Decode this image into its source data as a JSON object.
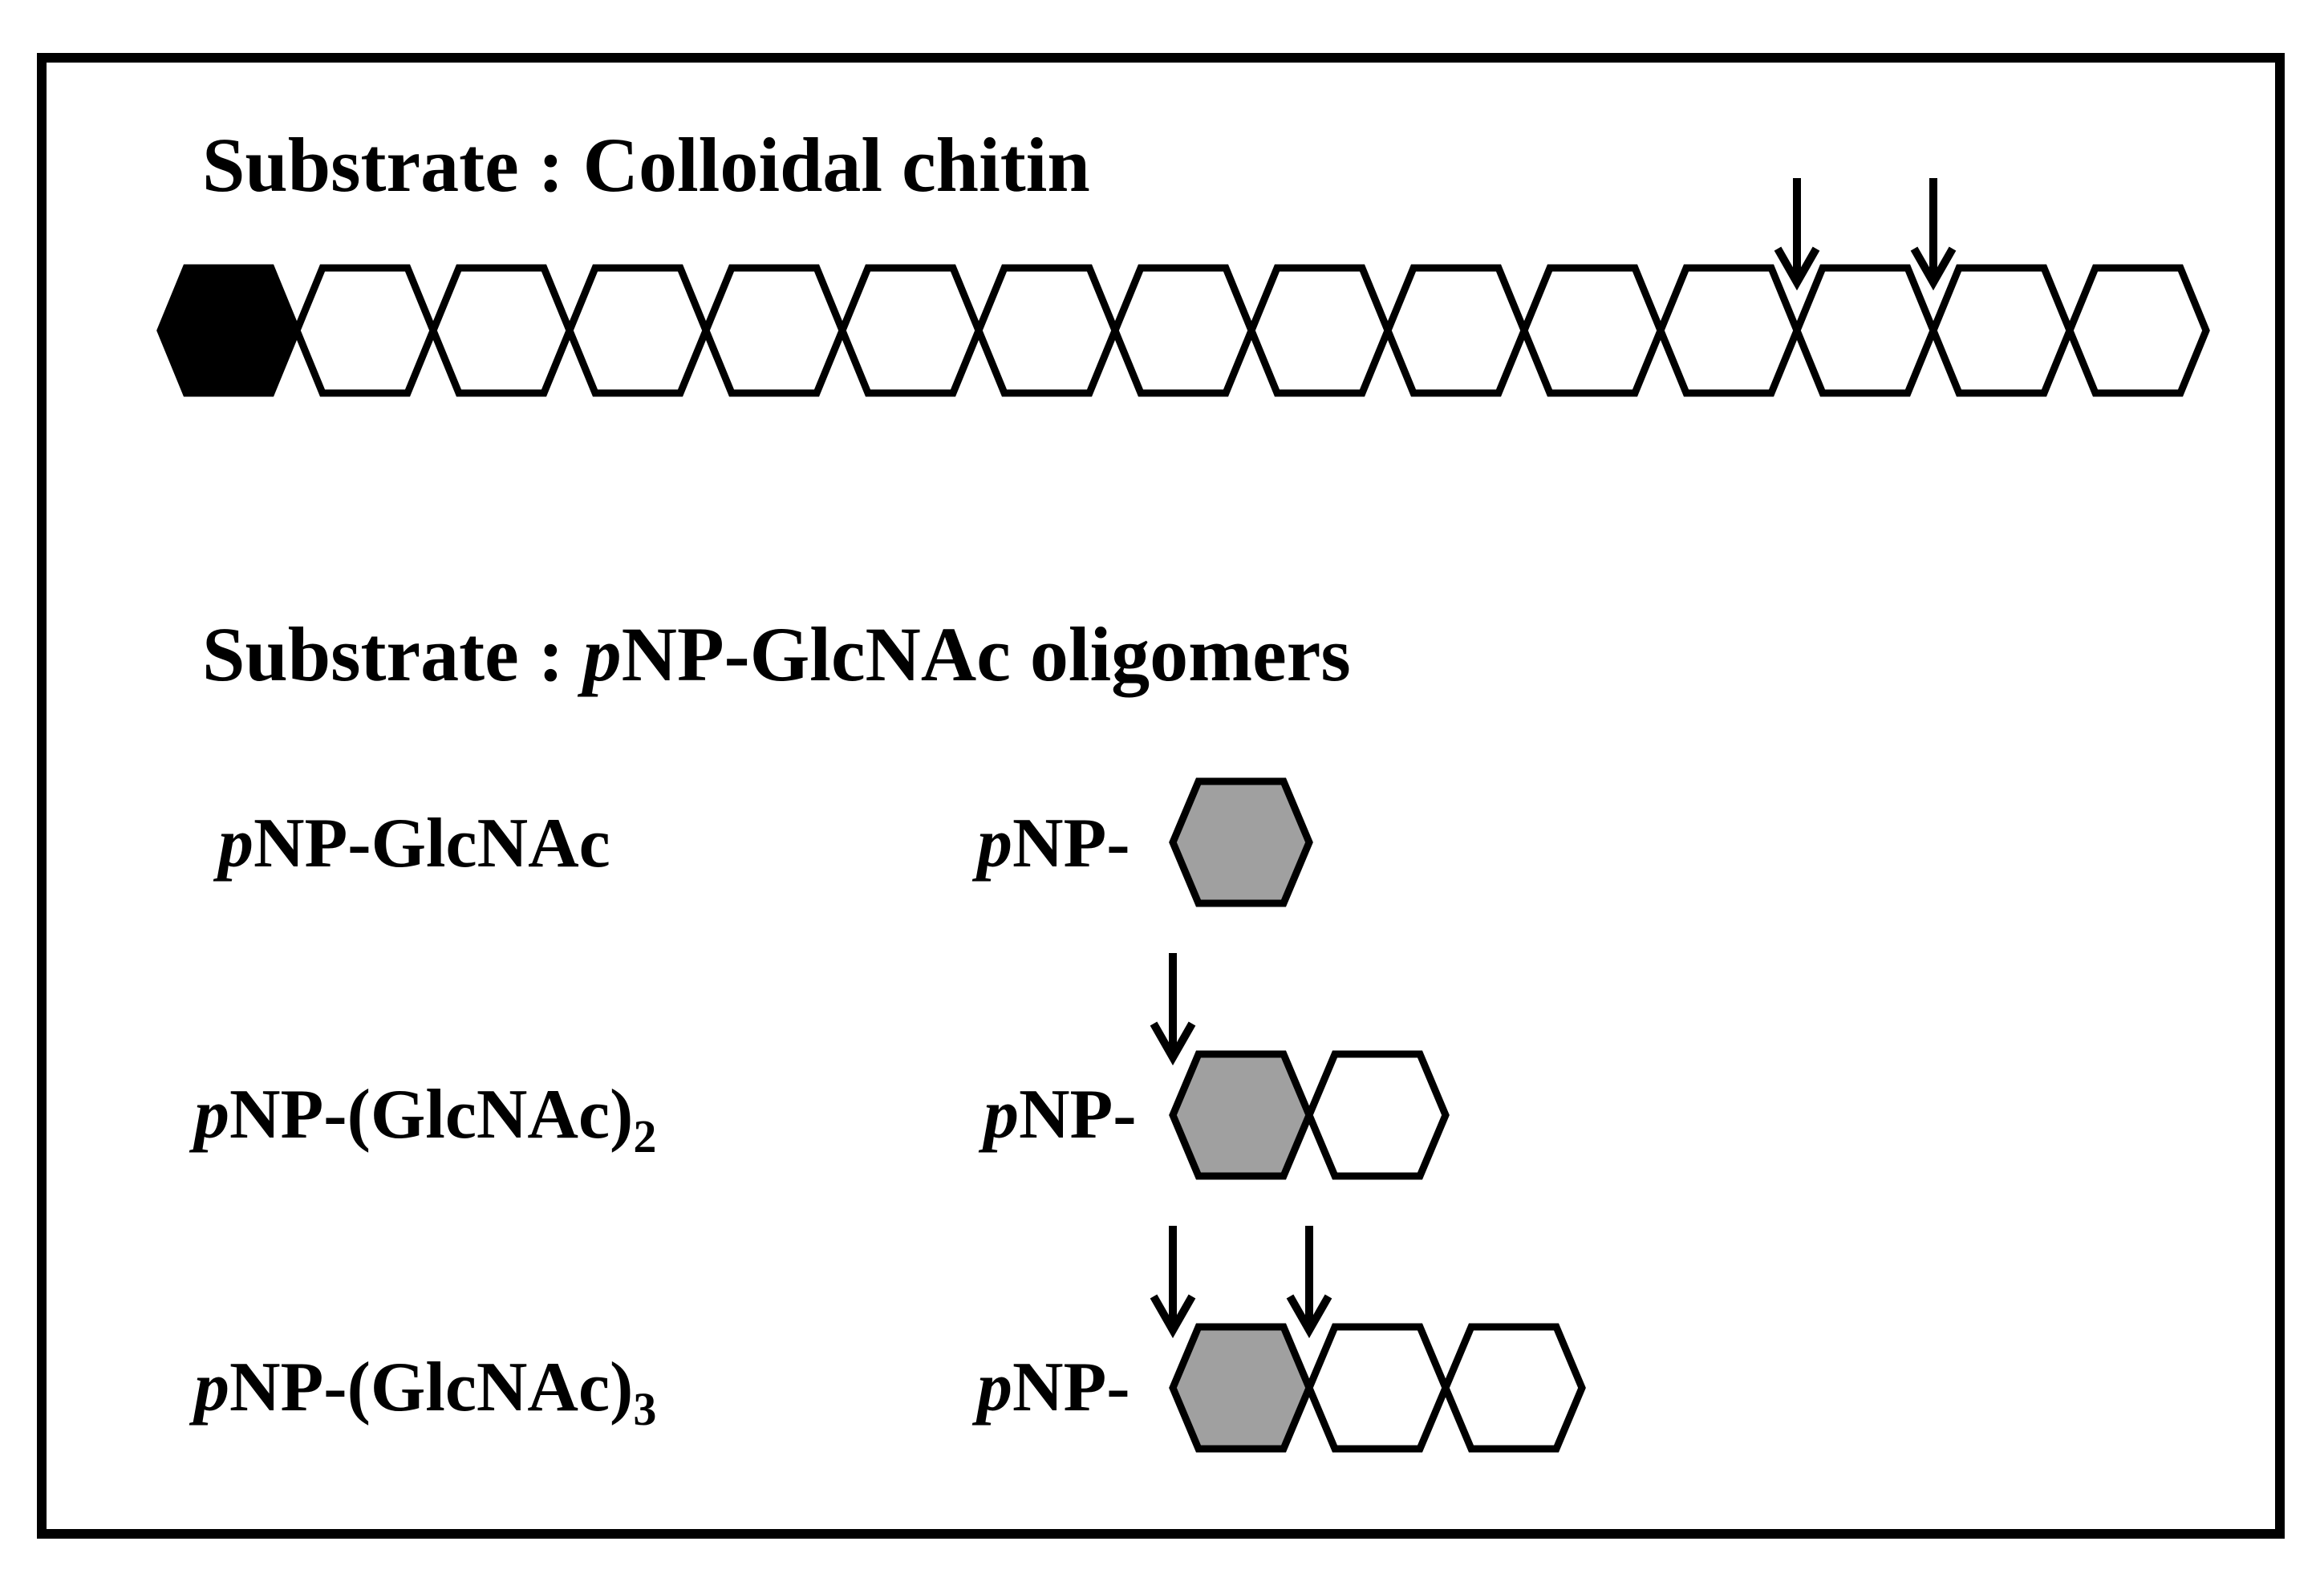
{
  "section_chitin": {
    "heading_prefix": "Substrate : ",
    "heading_name": "Colloidal chitin",
    "chain": {
      "units": 15,
      "reducing_end_units": 1,
      "cleavage_after_units": [
        12,
        13
      ]
    }
  },
  "section_oligomers": {
    "heading_prefix": "Substrate : ",
    "heading_p": "p",
    "heading_rest": "NP-GlcNAc oligomers",
    "rows": [
      {
        "label_p": "p",
        "label_main": "NP-GlcNAc",
        "label_sub": "",
        "struct_p": "p",
        "struct_rest": "NP-",
        "units": 1,
        "cleavage_after_units": []
      },
      {
        "label_p": "p",
        "label_main": "NP-(GlcNAc)",
        "label_sub": "2",
        "struct_p": "p",
        "struct_rest": "NP-",
        "units": 2,
        "cleavage_after_units": [
          0
        ]
      },
      {
        "label_p": "p",
        "label_main": "NP-(GlcNAc)",
        "label_sub": "3",
        "struct_p": "p",
        "struct_rest": "NP-",
        "units": 3,
        "cleavage_after_units": [
          0,
          1
        ]
      }
    ]
  },
  "colors": {
    "outline": "#000000",
    "reducing_end_fill": "#000000",
    "pnp_unit_fill": "#a0a0a0",
    "unit_fill": "#ffffff"
  }
}
